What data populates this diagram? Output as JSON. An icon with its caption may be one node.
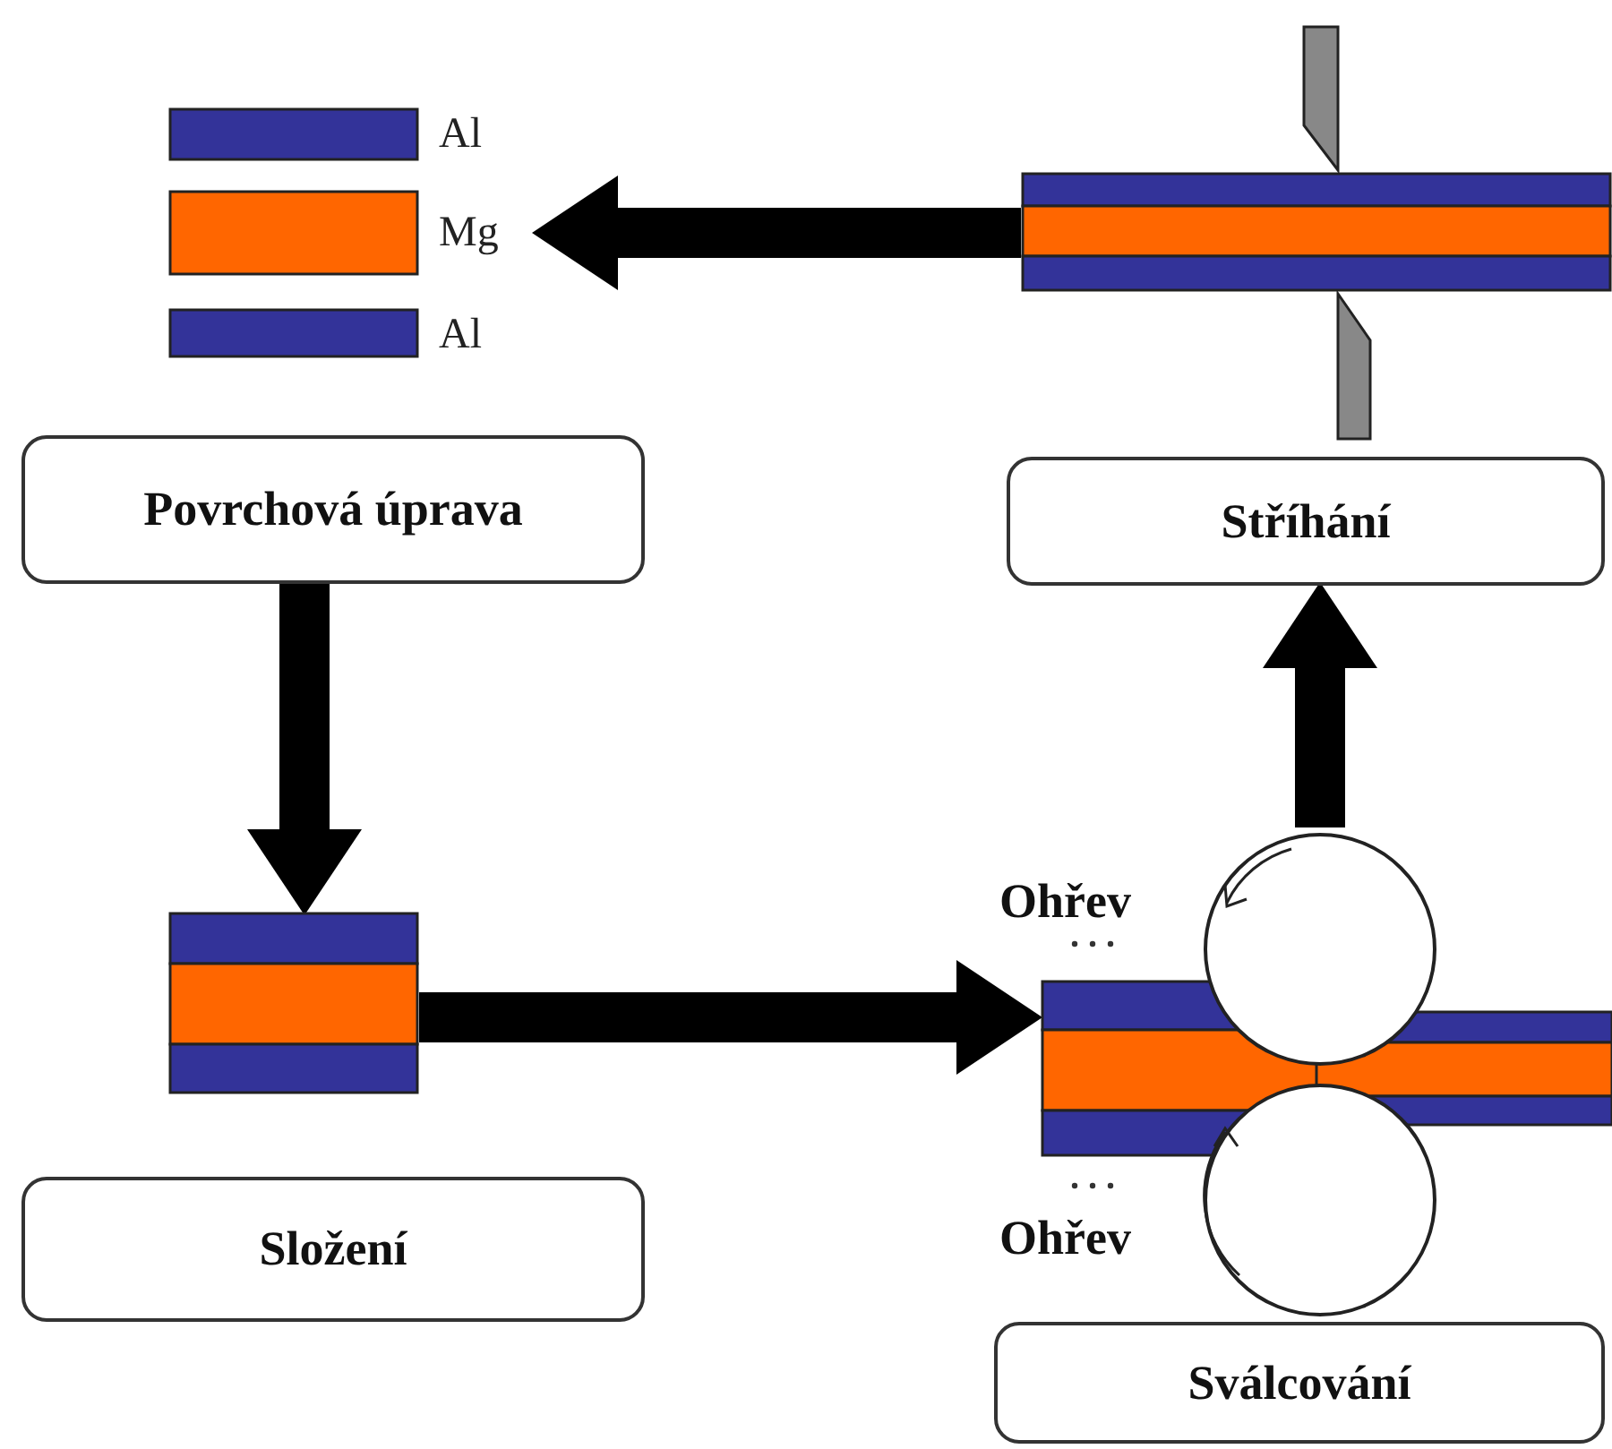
{
  "diagram": {
    "nodes": [
      {
        "text": [
          "Povrchová úprava"
        ]
      },
      {
        "text": [
          "Složení"
        ]
      },
      {
        "text": [
          "Sválcování"
        ]
      },
      {
        "text": [
          "Stříhání"
        ]
      },
      {
        "text": [],
        "shape": "picture",
        "beside": [
          "Al",
          "Mg",
          "Al"
        ]
      },
      {
        "text": [],
        "shape": "picture"
      },
      {
        "text": [],
        "shape": "picture"
      },
      {
        "text": [],
        "shape": "picture"
      }
    ],
    "edges": [
      {
        "from": 7,
        "to": 4,
        "arrow": "to"
      },
      {
        "from": 0,
        "to": 5,
        "arrow": "to"
      },
      {
        "from": 5,
        "to": 6,
        "arrow": "to"
      },
      {
        "from": 6,
        "to": 3,
        "arrow": "to"
      }
    ],
    "labels": [
      "Ohřev",
      "Ohřev"
    ]
  }
}
